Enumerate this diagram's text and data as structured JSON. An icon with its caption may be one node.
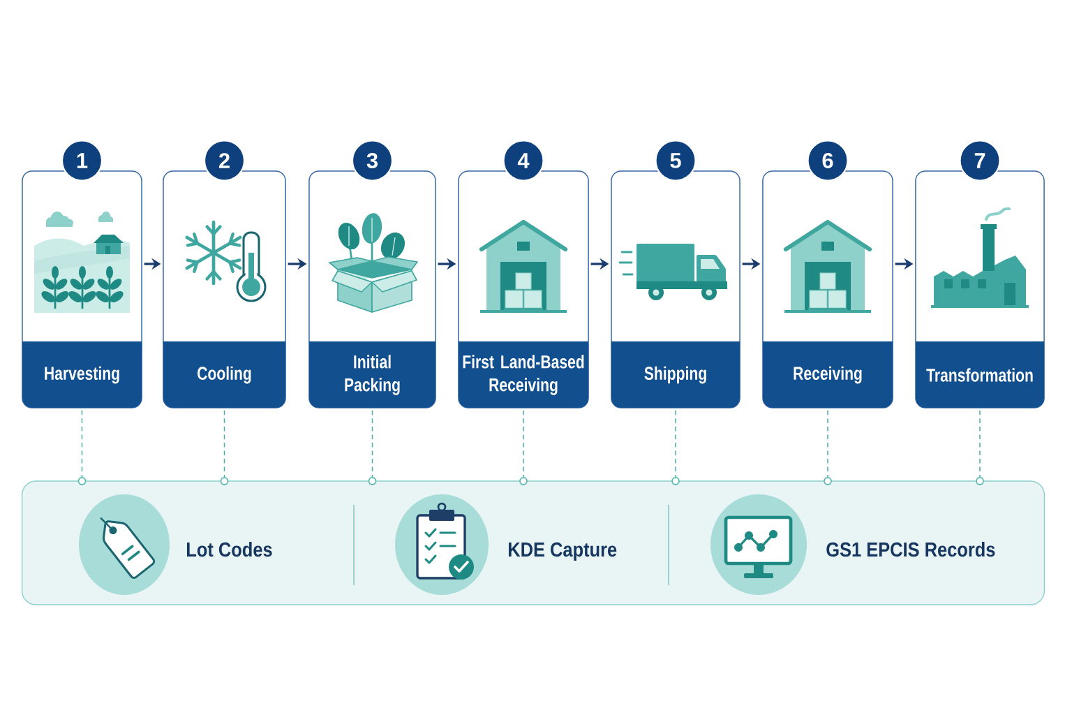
{
  "diagram": {
    "nodes": [
      {
        "text": [
          "1",
          "Harvesting"
        ]
      },
      {
        "text": [
          "2",
          "Cooling"
        ]
      },
      {
        "text": [
          "3",
          "Initial Packing"
        ]
      },
      {
        "text": [
          "4",
          "First Land-Based Receiving"
        ]
      },
      {
        "text": [
          "5",
          "Shipping"
        ]
      },
      {
        "text": [
          "6",
          "Receiving"
        ]
      },
      {
        "text": [
          "7",
          "Transformation"
        ]
      },
      {
        "text": [],
        "shape": "circle"
      },
      {
        "text": [],
        "shape": "circle"
      },
      {
        "text": [],
        "shape": "circle"
      },
      {
        "text": [],
        "shape": "circle"
      },
      {
        "text": [],
        "shape": "circle"
      },
      {
        "text": [],
        "shape": "circle"
      },
      {
        "text": [],
        "shape": "circle"
      },
      {
        "text": [
          "Lot Codes",
          "KDE Capture",
          "GS1 EPCIS Records"
        ]
      }
    ],
    "edges": [
      {
        "from": 0,
        "to": 1,
        "arrow": "to",
        "color": "#1a3c6e"
      },
      {
        "from": 1,
        "to": 2,
        "arrow": "to",
        "color": "#1a3c6e"
      },
      {
        "from": 2,
        "to": 3,
        "arrow": "to",
        "color": "#1a3c6e"
      },
      {
        "from": 3,
        "to": 4,
        "arrow": "to",
        "color": "#1a3c6e"
      },
      {
        "from": 4,
        "to": 5,
        "arrow": "to",
        "color": "#1a3c6e"
      },
      {
        "from": 5,
        "to": 6,
        "arrow": "to",
        "color": "#1a3c6e"
      },
      {
        "from": 0,
        "to": 7,
        "arrow": "none",
        "style": "dashed",
        "color": "#4aaea6"
      },
      {
        "from": 1,
        "to": 8,
        "arrow": "none",
        "style": "dashed",
        "color": "#4aaea6"
      },
      {
        "from": 2,
        "to": 9,
        "arrow": "none",
        "style": "dashed",
        "color": "#4aaea6"
      },
      {
        "from": 3,
        "to": 10,
        "arrow": "none",
        "style": "dashed",
        "color": "#4aaea6"
      },
      {
        "from": 4,
        "to": 11,
        "arrow": "none",
        "style": "dashed",
        "color": "#4aaea6"
      },
      {
        "from": 5,
        "to": 12,
        "arrow": "none",
        "style": "dashed",
        "color": "#4aaea6"
      },
      {
        "from": 6,
        "to": 13,
        "arrow": "none",
        "style": "dashed",
        "color": "#4aaea6"
      }
    ]
  }
}
